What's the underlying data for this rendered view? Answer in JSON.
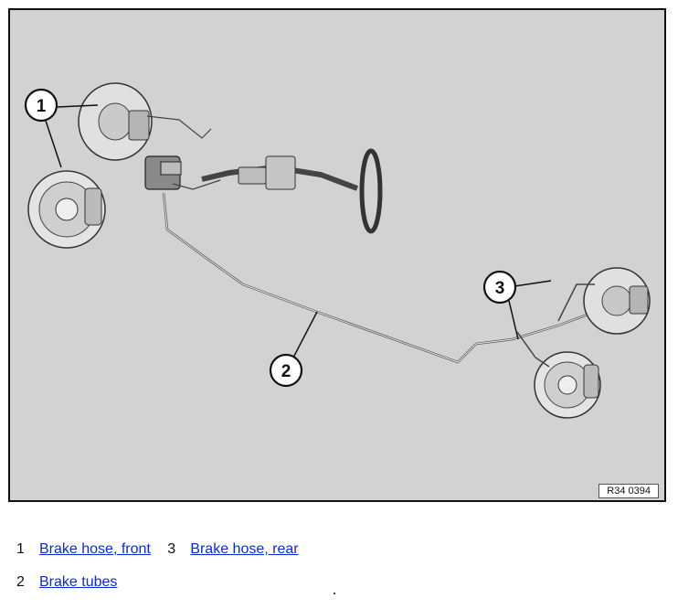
{
  "figure": {
    "reference": "R34 0394",
    "callouts": [
      {
        "num": "1"
      },
      {
        "num": "2"
      },
      {
        "num": "3"
      }
    ]
  },
  "legend": [
    {
      "num": "1",
      "label": "Brake hose, front"
    },
    {
      "num": "3",
      "label": "Brake hose, rear"
    },
    {
      "num": "2",
      "label": "Brake tubes"
    }
  ],
  "colors": {
    "background": "#d2d2d2",
    "link": "#0b2bd6"
  }
}
